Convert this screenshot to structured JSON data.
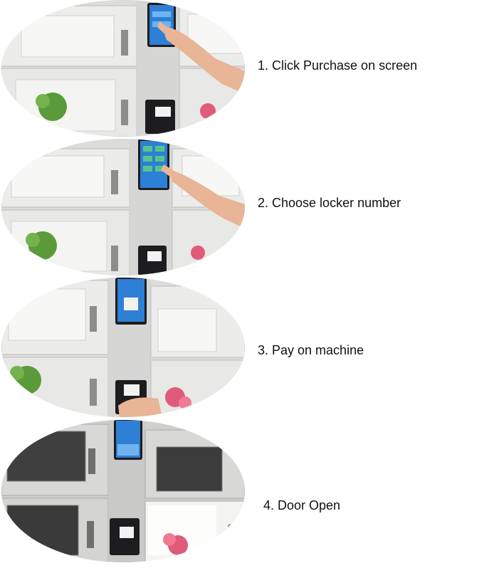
{
  "steps": [
    {
      "caption": "1. Click Purchase on screen",
      "illustration": "locker-touchscreen-purchase"
    },
    {
      "caption": "2. Choose locker number",
      "illustration": "locker-touchscreen-select"
    },
    {
      "caption": "3. Pay on machine",
      "illustration": "locker-card-payment"
    },
    {
      "caption": "4. Door Open",
      "illustration": "locker-door-open"
    }
  ],
  "colors": {
    "cabinet": "#e4e4e2",
    "cabinet_shade": "#cfcfcc",
    "screen_blue": "#2e7fd6",
    "screen_light": "#6fb4f0",
    "terminal": "#1d1d1f",
    "skin": "#e8b597",
    "plant": "#5b9a3a",
    "flowers": "#e05a7a"
  }
}
